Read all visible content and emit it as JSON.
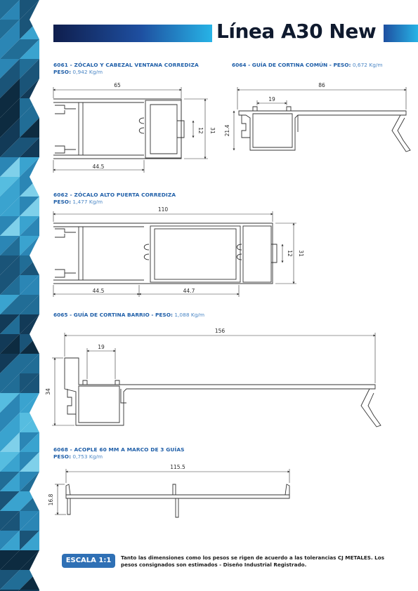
{
  "header": {
    "title": "Línea A30 New"
  },
  "profiles": [
    {
      "code_title": "6061 - ZÓCALO Y CABEZAL VENTANA CORREDIZA",
      "weight_label": "PESO:",
      "weight_value": "0,942 Kg/m",
      "dims": {
        "width": "65",
        "height": "31",
        "inner": "12",
        "bottom": "44.5"
      }
    },
    {
      "code_title": "6064 - GUÍA DE CORTINA COMÚN - PESO:",
      "weight_value": "0,672 Kg/m",
      "dims": {
        "width": "86",
        "channel": "19",
        "height": "21.4"
      }
    },
    {
      "code_title": "6062 - ZÓCALO ALTO PUERTA CORREDIZA",
      "weight_label": "PESO:",
      "weight_value": "1,477 Kg/m",
      "dims": {
        "width": "110",
        "height": "31",
        "inner": "12",
        "bottom_left": "44.5",
        "bottom_right": "44.7"
      }
    },
    {
      "code_title": "6065 - GUÍA DE CORTINA BARRIO - PESO:",
      "weight_value": "1,088 Kg/m",
      "dims": {
        "width": "156",
        "channel": "19",
        "height": "34"
      }
    },
    {
      "code_title": "6068 - ACOPLE 60 MM A MARCO DE 3 GUÍAS",
      "weight_label": "PESO:",
      "weight_value": "0,753 Kg/m",
      "dims": {
        "width": "115.5",
        "height": "16.8"
      }
    }
  ],
  "footer": {
    "scale": "ESCALA 1:1",
    "note": "Tanto las dimensiones como los pesos se rigen de acuerdo a las tolerancias CJ METALES. Los pesos consignados son estimados - Diseño Industrial Registrado."
  },
  "colors": {
    "accent": "#1e5ea8",
    "badge": "#2f70b5",
    "dark": "#0f1a2e",
    "stripe_teal": "#27b3e6",
    "stripe_navy": "#0d2b40"
  }
}
